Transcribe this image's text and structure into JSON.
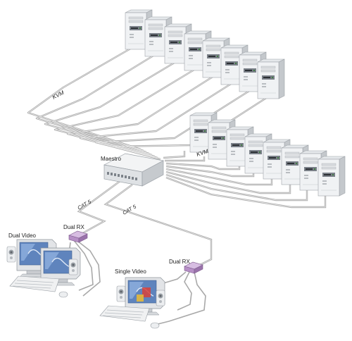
{
  "labels": {
    "maestro": "Maestro",
    "kvm_upper": "KVM",
    "kvm_lower": "KVM",
    "cat5_left": "CAT 5",
    "cat5_right": "CAT 5",
    "dual_rx_left": "Dual RX",
    "dual_rx_right": "Dual RX",
    "dual_video": "Dual Video",
    "single_video": "Single Video"
  },
  "colors": {
    "cable": "#a9a9a9",
    "cable_light": "#e7e7e7",
    "pc_light": "#eef0f2",
    "pc_side": "#c4c8cc",
    "pc_top": "#dfe2e5",
    "switch_body": "#e9eaeb",
    "rx_unit": "#b68fc6",
    "screen_blue": "#6f8fbf"
  },
  "icons": {
    "server": "tower-server-icon",
    "switch": "kvm-switch-icon",
    "receiver": "receiver-box-icon",
    "monitor": "crt-monitor-icon",
    "keyboard": "keyboard-icon",
    "mouse": "mouse-icon",
    "speaker": "speaker-icon"
  }
}
